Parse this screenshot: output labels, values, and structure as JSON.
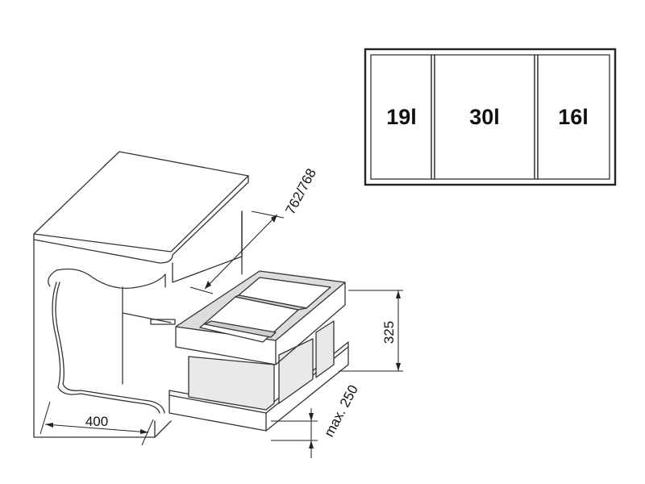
{
  "top_view": {
    "compartments": [
      {
        "label": "19l"
      },
      {
        "label": "30l"
      },
      {
        "label": "16l"
      }
    ]
  },
  "dimensions": {
    "cabinet_depth": "762/768",
    "unit_height": "325",
    "cabinet_width": "400",
    "base_clearance": "max. 250"
  }
}
